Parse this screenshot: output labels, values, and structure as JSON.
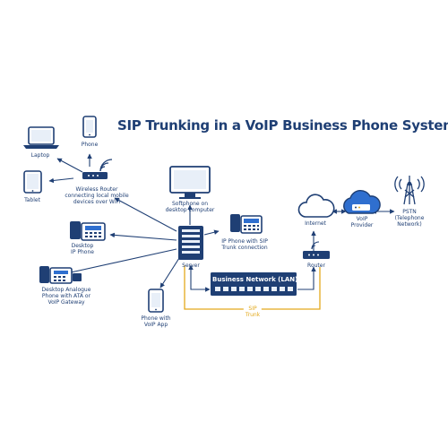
{
  "title": "SIP Trunking in a VoIP Business Phone System",
  "nodes": {
    "laptop": "Laptop",
    "phone": "Phone",
    "tablet": "Tablet",
    "wireless_router": [
      "Wireless Router",
      "connecting local mobile",
      "devices over WiFi"
    ],
    "desktop_ip_phone": [
      "Desktop",
      "IP Phone"
    ],
    "analogue_phone": [
      "Desktop Analogue",
      "Phone with ATA or",
      "VoIP Gateway"
    ],
    "phone_voip_app": [
      "Phone with",
      "VoIP App"
    ],
    "softphone": [
      "Softphone on",
      "desktop computer"
    ],
    "server": "Server",
    "ip_phone_sip": [
      "IP Phone with SIP",
      "Trunk connection"
    ],
    "business_network": "Business Network (LAN)",
    "sip_trunk": [
      "SIP",
      "Trunk"
    ],
    "router": "Router",
    "internet": "Internet",
    "voip_provider": [
      "VoIP",
      "Provider"
    ],
    "pstn": [
      "PSTN",
      "(Telephone",
      "Network)"
    ]
  },
  "colors": {
    "primary": "#1f3f74",
    "accent": "#2f6fcf",
    "sip_trunk": "#e3a91c",
    "light_fill": "#e8eff8"
  }
}
